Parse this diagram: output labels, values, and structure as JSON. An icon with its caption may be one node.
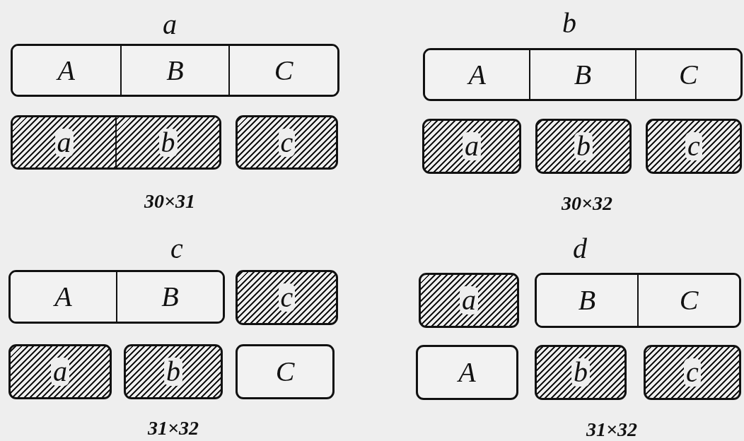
{
  "diagram": {
    "nodes": [
      {
        "text": [],
        "shape": "bar"
      },
      {
        "text": [
          "A"
        ],
        "in": 0
      },
      {
        "text": [
          "B"
        ],
        "in": 0
      },
      {
        "text": [
          "C"
        ],
        "in": 0
      },
      {
        "text": [],
        "shape": "bar"
      },
      {
        "text": [
          "a"
        ],
        "in": 4
      },
      {
        "text": [
          "b"
        ],
        "in": 4
      },
      {
        "text": [
          "c"
        ]
      },
      {
        "text": [],
        "shape": "bar"
      },
      {
        "text": [
          "A"
        ],
        "in": 8
      },
      {
        "text": [
          "B"
        ],
        "in": 8
      },
      {
        "text": [
          "C"
        ],
        "in": 8
      },
      {
        "text": [
          "a"
        ]
      },
      {
        "text": [
          "b"
        ]
      },
      {
        "text": [
          "c"
        ]
      },
      {
        "text": [],
        "shape": "bar"
      },
      {
        "text": [
          "A"
        ],
        "in": 15
      },
      {
        "text": [
          "B"
        ],
        "in": 15
      },
      {
        "text": [
          "c"
        ]
      },
      {
        "text": [
          "a"
        ]
      },
      {
        "text": [
          "b"
        ]
      },
      {
        "text": [
          "C"
        ]
      },
      {
        "text": [
          "a"
        ]
      },
      {
        "text": [],
        "shape": "bar"
      },
      {
        "text": [
          "B"
        ],
        "in": 23
      },
      {
        "text": [
          "C"
        ],
        "in": 23
      },
      {
        "text": [
          "A"
        ]
      },
      {
        "text": [
          "b"
        ]
      },
      {
        "text": [
          "c"
        ]
      }
    ],
    "labels": [
      "a",
      "b",
      "30×31",
      "30×32",
      "c",
      "d",
      "31×32",
      "31×32"
    ]
  }
}
